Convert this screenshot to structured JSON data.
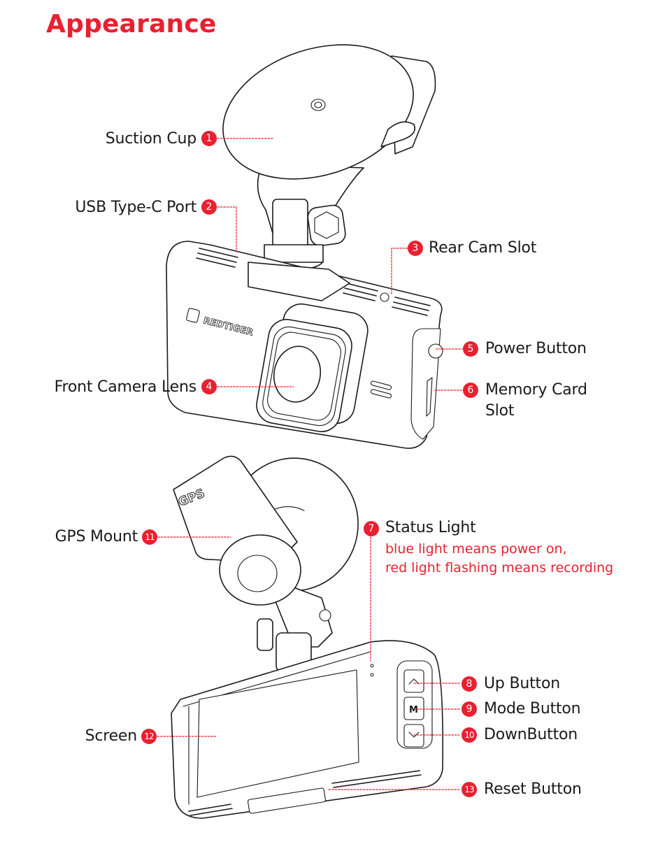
{
  "page": {
    "title": "Appearance",
    "accent_color": "#e8202f",
    "text_color": "#1a1a1a"
  },
  "device": {
    "brand": "REDTIGER",
    "gps_marking": "GPS"
  },
  "callouts": [
    {
      "number": "1",
      "label": "Suction Cup"
    },
    {
      "number": "2",
      "label": "USB Type-C Port"
    },
    {
      "number": "3",
      "label": "Rear Cam Slot"
    },
    {
      "number": "4",
      "label": "Front Camera Lens"
    },
    {
      "number": "5",
      "label": "Power Button"
    },
    {
      "number": "6",
      "label_line1": "Memory Card",
      "label_line2": "Slot"
    },
    {
      "number": "7",
      "label": "Status Light",
      "note_line1": "blue light means power on,",
      "note_line2": "red light flashing means recording"
    },
    {
      "number": "8",
      "label": "Up Button"
    },
    {
      "number": "9",
      "label": "Mode Button"
    },
    {
      "number": "10",
      "label": "DownButton"
    },
    {
      "number": "11",
      "label": "GPS Mount"
    },
    {
      "number": "12",
      "label": "Screen"
    },
    {
      "number": "13",
      "label": "Reset Button"
    }
  ]
}
